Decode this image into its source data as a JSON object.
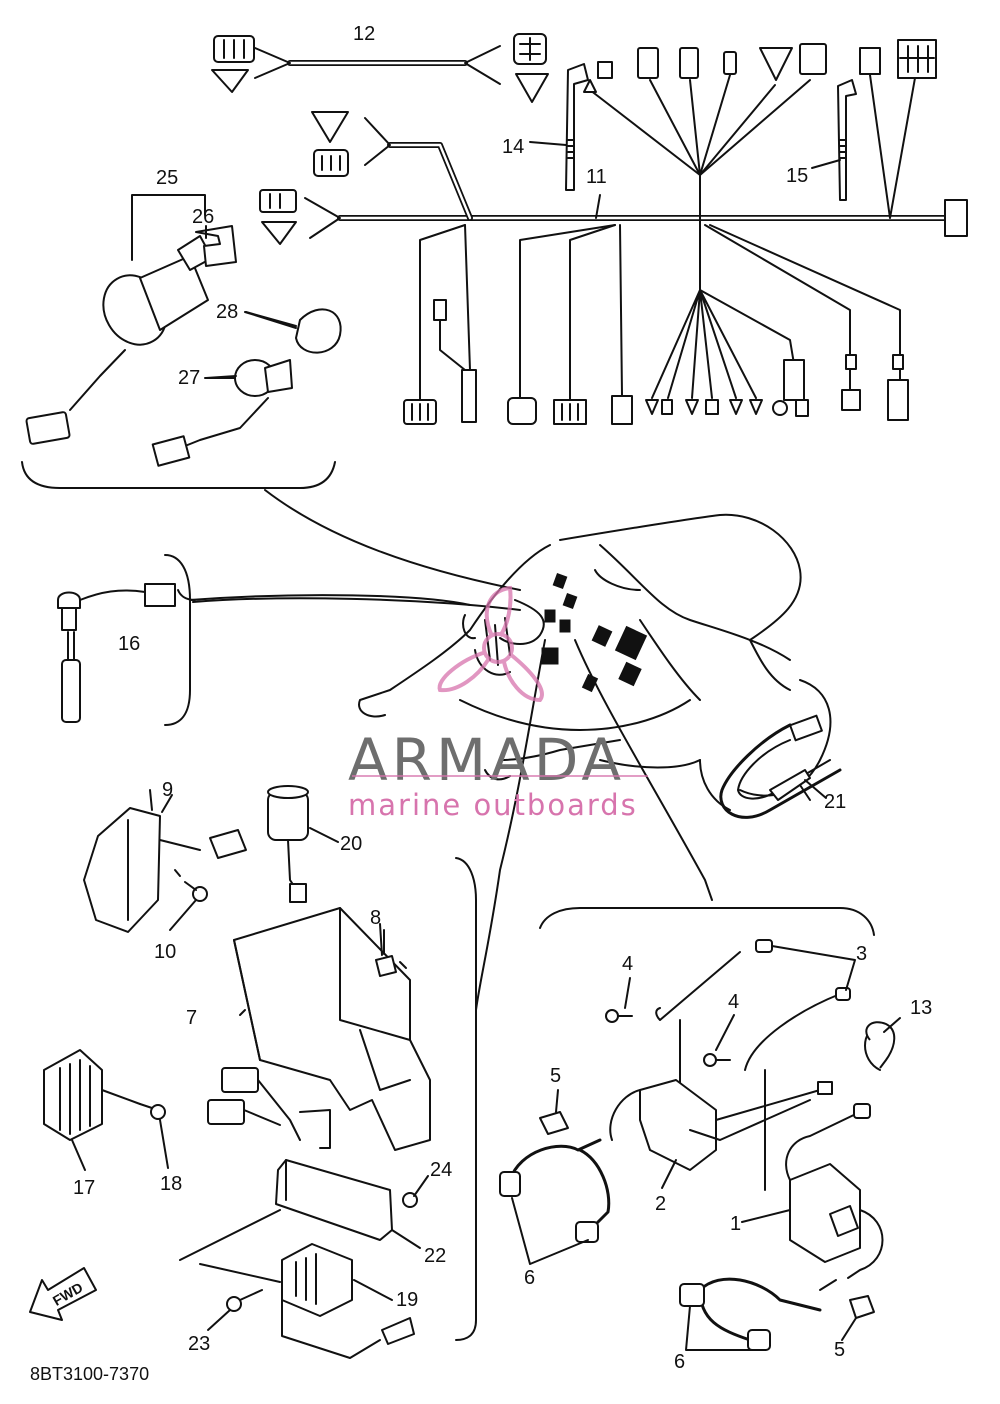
{
  "watermark": {
    "brand": "ARMADA",
    "tagline": "marine outboards",
    "accent_color": "#d774ad",
    "text_color": "#6e6e6e"
  },
  "diagram": {
    "code": "8BT3100-7370",
    "fwd_label": "FWD",
    "callouts": [
      "1",
      "2",
      "3",
      "4",
      "4",
      "5",
      "5",
      "6",
      "6",
      "7",
      "8",
      "9",
      "10",
      "11",
      "12",
      "13",
      "14",
      "15",
      "16",
      "17",
      "18",
      "19",
      "20",
      "21",
      "22",
      "23",
      "24",
      "25",
      "26",
      "27",
      "28"
    ]
  }
}
